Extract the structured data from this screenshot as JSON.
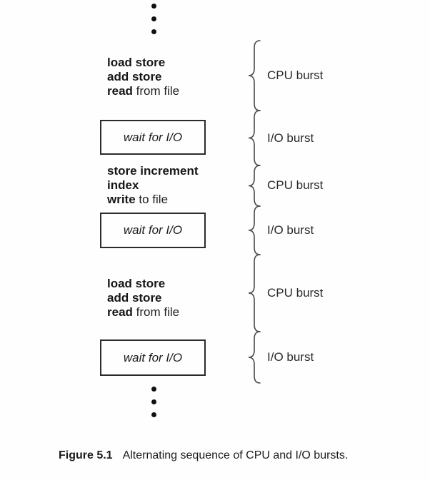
{
  "segments": [
    {
      "type": "cpu",
      "lines": [
        [
          "load store",
          ""
        ],
        [
          "add store",
          ""
        ],
        [
          "read",
          " from file"
        ]
      ],
      "brace_label": "CPU burst"
    },
    {
      "type": "io",
      "box_text": "wait for I/O",
      "brace_label": "I/O burst"
    },
    {
      "type": "cpu",
      "lines": [
        [
          "store increment",
          ""
        ],
        [
          "index",
          ""
        ],
        [
          "write",
          " to file"
        ]
      ],
      "brace_label": "CPU burst"
    },
    {
      "type": "io",
      "box_text": "wait for I/O",
      "brace_label": "I/O burst"
    },
    {
      "type": "cpu",
      "lines": [
        [
          "load store",
          ""
        ],
        [
          "add store",
          ""
        ],
        [
          "read",
          " from file"
        ]
      ],
      "brace_label": "CPU burst"
    },
    {
      "type": "io",
      "box_text": "wait for I/O",
      "brace_label": "I/O burst"
    }
  ],
  "icons": {
    "ellipsis_dot": "circle"
  },
  "caption": {
    "number": "Figure 5.1",
    "text": "Alternating sequence of CPU and I/O bursts."
  }
}
